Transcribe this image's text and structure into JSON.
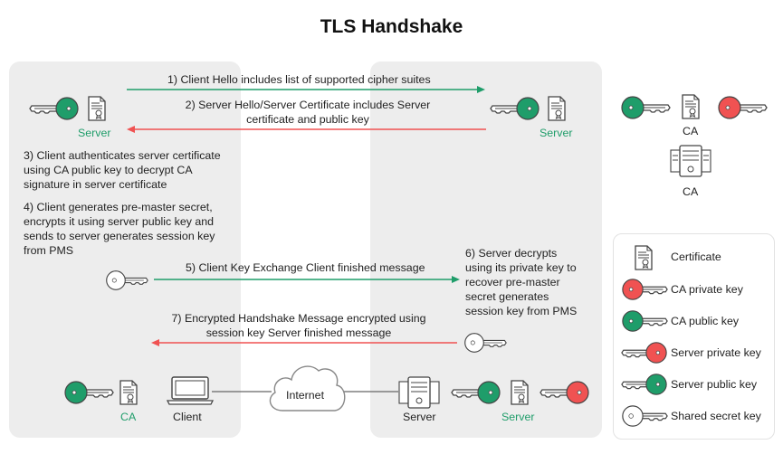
{
  "title": "TLS Handshake",
  "steps": {
    "s1": "1) Client Hello includes list of supported cipher suites",
    "s2a": "2) Server Hello/Server Certificate includes Server",
    "s2b": "certificate and public key",
    "s3a": "3) Client authenticates server certificate",
    "s3b": "using CA public key to decrypt CA",
    "s3c": "signature in server certificate",
    "s4a": "4) Client generates pre-master secret,",
    "s4b": "encrypts it using server public key and",
    "s4c": "sends to server generates session key",
    "s4d": "from PMS",
    "s5": "5) Client Key Exchange Client finished message",
    "s6a": "6) Server decrypts",
    "s6b": "using its private key to",
    "s6c": "recover pre-master",
    "s6d": "secret generates",
    "s6e": "session key from PMS",
    "s7a": "7) Encrypted Handshake Message encrypted using",
    "s7b": "session key Server finished message"
  },
  "labels": {
    "server_left": "Server",
    "server_right": "Server",
    "ca_top": "CA",
    "ca_bottom": "CA",
    "ca_client": "CA",
    "client": "Client",
    "internet": "Internet",
    "server_bottom": "Server",
    "server_bottom_green": "Server"
  },
  "legend": [
    {
      "label": "Certificate",
      "icon": "certificate-icon"
    },
    {
      "label": "CA private key",
      "icon": "red-key-icon"
    },
    {
      "label": "CA public key",
      "icon": "green-key-icon"
    },
    {
      "label": "Server private key",
      "icon": "red-key-icon"
    },
    {
      "label": "Server public key",
      "icon": "green-key-icon"
    },
    {
      "label": "Shared secret key",
      "icon": "white-key-icon"
    }
  ],
  "colors": {
    "green": "#1f9d6a",
    "red": "#f05252",
    "panel": "#ededed",
    "arrow_green": "#1f9d6a",
    "arrow_red": "#f05252"
  }
}
